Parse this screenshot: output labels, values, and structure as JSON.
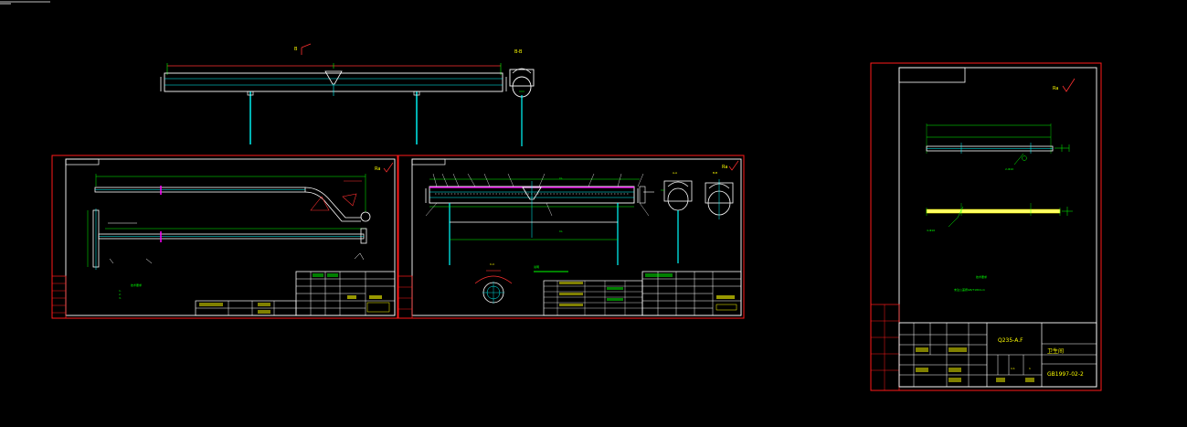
{
  "colors": {
    "background": "#000000",
    "frame": "#ff1a1a",
    "border": "#ffffff",
    "part": "#c8c8ff",
    "dimension": "#00ff00",
    "annotation": "#ffff00",
    "centerline": "#00ffff",
    "highlight": "#ff00ff"
  },
  "top_view": {
    "section_mark": "B",
    "section_label": "B-B"
  },
  "sheet_left": {
    "roughness": "Ra",
    "notes_heading": "技术要求",
    "notes": [
      "1.",
      "2.",
      "3."
    ]
  },
  "sheet_middle": {
    "roughness": "Ra",
    "section_a": "A-A",
    "section_b": "B-B",
    "section_c": "C-C",
    "centerline_mark": "CL",
    "note": "说明"
  },
  "sheet_right": {
    "roughness": "Ra",
    "hole_note_1": "2-Φ10",
    "hole_note_2": "4-Φ16",
    "notes_heading": "技术要求",
    "note_line": "未注公差按GB/T1804-m",
    "material": "Q235-A.F",
    "part_name": "卫生间",
    "scale": "1:1",
    "qty": "1",
    "drawing_number": "GB1997-02-2"
  }
}
